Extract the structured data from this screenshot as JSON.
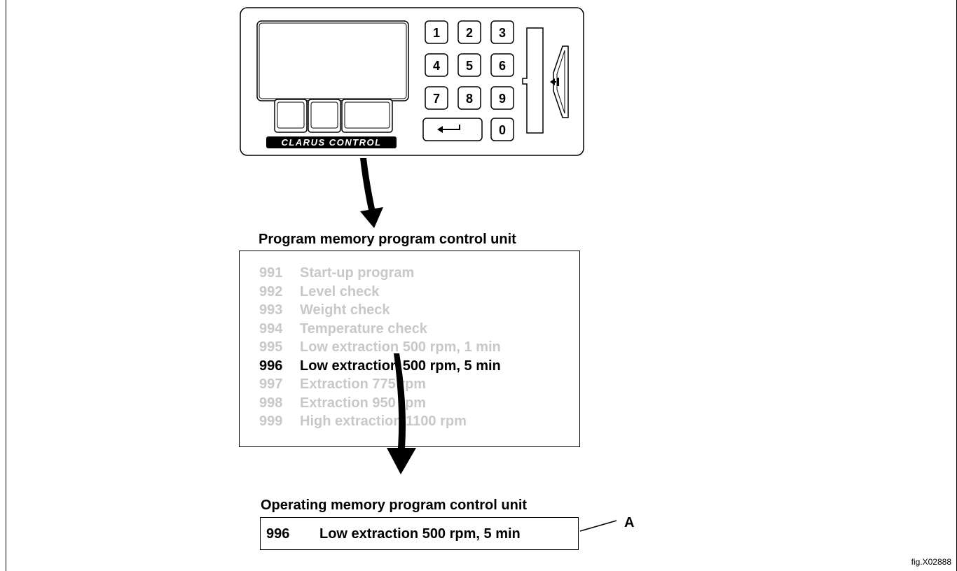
{
  "control_panel": {
    "brand_label": "CLARUS CONTROL",
    "keys": [
      "1",
      "2",
      "3",
      "4",
      "5",
      "6",
      "7",
      "8",
      "9",
      "0"
    ],
    "enter_key_icon": "enter-arrow-icon",
    "card_slot_icon": "card-insert-icon"
  },
  "program_memory": {
    "heading": "Program memory program control unit",
    "items": [
      {
        "number": "991",
        "name": "Start-up program"
      },
      {
        "number": "992",
        "name": "Level check"
      },
      {
        "number": "993",
        "name": "Weight check"
      },
      {
        "number": "994",
        "name": "Temperature check"
      },
      {
        "number": "995",
        "name": "Low extraction 500 rpm, 1 min"
      },
      {
        "number": "996",
        "name": "Low extraction 500 rpm, 5 min"
      },
      {
        "number": "997",
        "name": "Extraction 775 rpm"
      },
      {
        "number": "998",
        "name": "Extraction 950 rpm"
      },
      {
        "number": "999",
        "name": "High extraction 1100 rpm"
      }
    ],
    "selected_number": "996"
  },
  "operating_memory": {
    "heading": "Operating memory program control unit",
    "number": "996",
    "name": "Low extraction 500 rpm, 5 min"
  },
  "callout_label": "A",
  "figure_id": "fig.X02888",
  "colors": {
    "active_text": "#000000",
    "inactive_text": "#c8c8c8"
  }
}
